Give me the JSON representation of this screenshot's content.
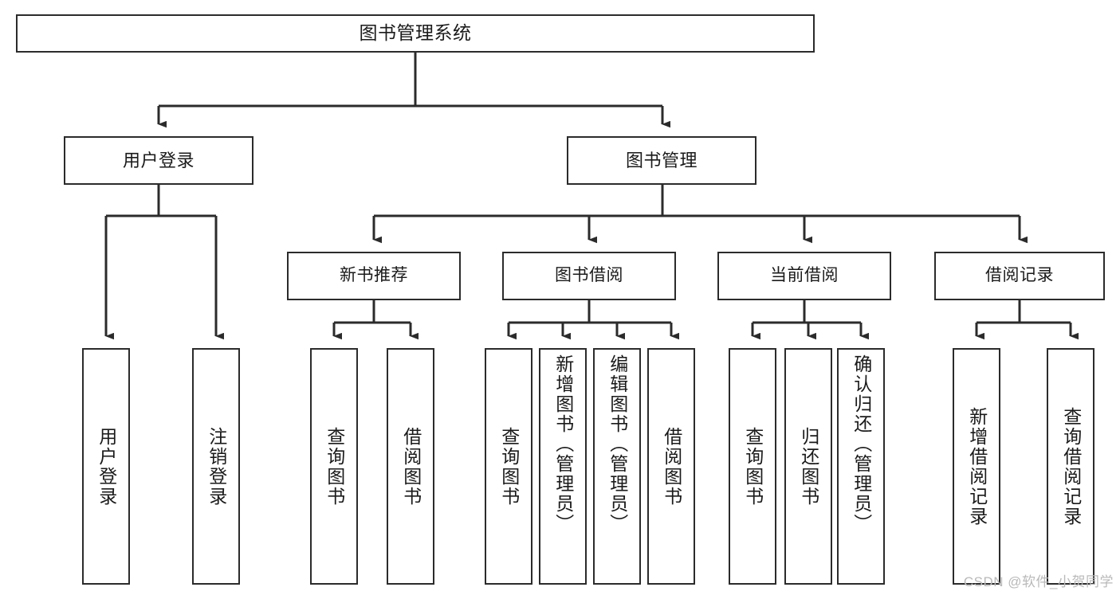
{
  "diagram": {
    "title": "图书管理系统",
    "type": "tree",
    "watermark": "CSDN @软件_小贺同学",
    "colors": {
      "box_border": "#2b2b2b",
      "box_fill": "#ffffff",
      "edge": "#2b2b2b",
      "text": "#1a1a1a",
      "watermark": "#b9b9b9",
      "background": "#ffffff"
    },
    "nodes": {
      "root": {
        "label": "图书管理系统"
      },
      "level2": [
        {
          "id": "user-login",
          "label": "用户登录"
        },
        {
          "id": "book-manage",
          "label": "图书管理"
        }
      ],
      "level3": [
        {
          "id": "new-book-recommend",
          "label": "新书推荐"
        },
        {
          "id": "book-borrow",
          "label": "图书借阅"
        },
        {
          "id": "current-borrow",
          "label": "当前借阅"
        },
        {
          "id": "borrow-record",
          "label": "借阅记录"
        }
      ],
      "leaves": {
        "user-login": [
          {
            "id": "leaf-user-login",
            "label": "用户登录"
          },
          {
            "id": "leaf-logout",
            "label": "注销登录"
          }
        ],
        "new-book-recommend": [
          {
            "id": "leaf-query-book-1",
            "label": "查询图书"
          },
          {
            "id": "leaf-borrow-book-1",
            "label": "借阅图书"
          }
        ],
        "book-borrow": [
          {
            "id": "leaf-query-book-2",
            "label": "查询图书"
          },
          {
            "id": "leaf-add-book",
            "label": "新增图书（管理员）"
          },
          {
            "id": "leaf-edit-book",
            "label": "编辑图书（管理员）"
          },
          {
            "id": "leaf-borrow-book-2",
            "label": "借阅图书"
          }
        ],
        "current-borrow": [
          {
            "id": "leaf-query-book-3",
            "label": "查询图书"
          },
          {
            "id": "leaf-return-book",
            "label": "归还图书"
          },
          {
            "id": "leaf-confirm-return",
            "label": "确认归还（管理员）"
          }
        ],
        "borrow-record": [
          {
            "id": "leaf-add-record",
            "label": "新增借阅记录"
          },
          {
            "id": "leaf-query-record",
            "label": "查询借阅记录"
          }
        ]
      }
    }
  }
}
